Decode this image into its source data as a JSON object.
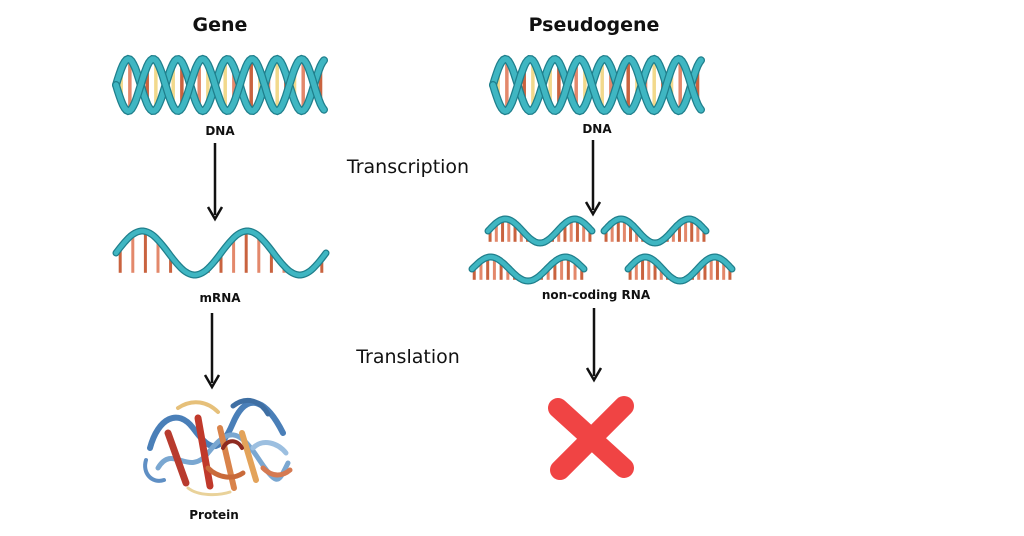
{
  "gene": {
    "title": "Gene",
    "dna_label": "DNA",
    "mrna_label": "mRNA",
    "protein_label": "Protein"
  },
  "pseudogene": {
    "title": "Pseudogene",
    "dna_label": "DNA",
    "rna_label": "non-coding RNA"
  },
  "steps": {
    "transcription": "Transcription",
    "translation": "Translation"
  },
  "colors": {
    "strand": "#3fb6c2",
    "strand_dark": "#1f7f8c",
    "base_a": "#e3886b",
    "base_b": "#f2d98c",
    "base_c": "#c9633f",
    "cross": "#f04444",
    "arrow": "#111111"
  },
  "icons": {
    "dna": "double-helix",
    "rna": "single-helix",
    "protein": "protein-ribbon",
    "blocked": "red-x"
  }
}
